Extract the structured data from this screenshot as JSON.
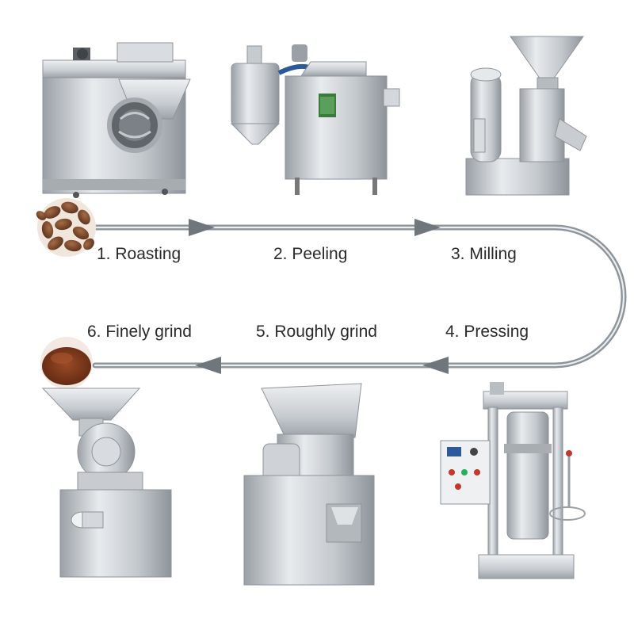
{
  "steps": [
    {
      "label": "1. Roasting"
    },
    {
      "label": "2. Peeling"
    },
    {
      "label": "3. Milling"
    },
    {
      "label": "4. Pressing"
    },
    {
      "label": "5. Roughly grind"
    },
    {
      "label": "6. Finely grind"
    }
  ],
  "icons": {
    "start": "cocoa-beans-icon",
    "end": "cocoa-powder-icon"
  },
  "colors": {
    "flow_line": "#8d949a",
    "arrow": "#6f767c",
    "steel_light": "#e4e7ea",
    "steel_mid": "#b9bec3",
    "steel_dark": "#868c92",
    "cocoa_bean": "#7a4a2e",
    "cocoa_powder": "#7c3a1e"
  }
}
